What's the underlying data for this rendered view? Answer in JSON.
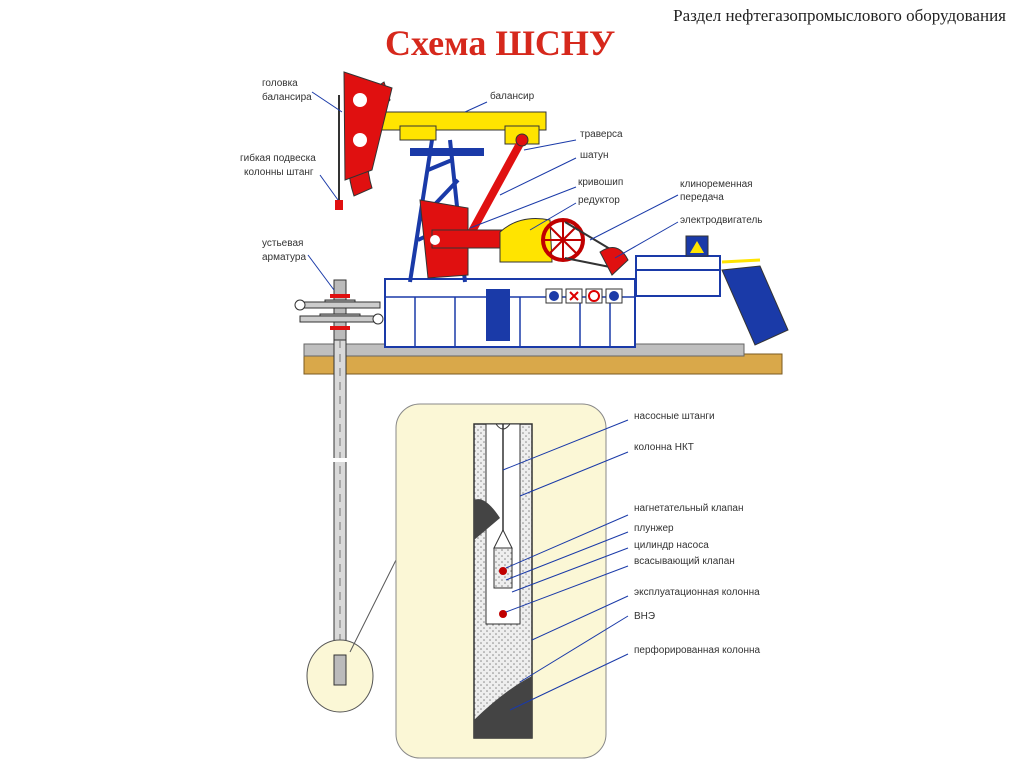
{
  "header": {
    "section": "Раздел нефтегазопромыслового оборудования"
  },
  "title": "Схема ШСНУ",
  "labels": {
    "golovka1": "головка",
    "golovka2": "балансира",
    "balansir": "балансир",
    "podveska1": "гибкая подвеска",
    "podveska2": "колонны штанг",
    "traversa": "траверса",
    "shatun": "шатун",
    "krivoship": "кривошип",
    "reduktor": "редуктор",
    "klinoremen1": "клиноременная",
    "klinoremen2": "передача",
    "elektro": "электродвигатель",
    "armatura1": "устьевая",
    "armatura2": "арматура",
    "shtangi": "насосные штанги",
    "nkt": "колонна НКТ",
    "nagnet": "нагнетательный клапан",
    "plunzher": "плунжер",
    "cilindr": "цилиндр насоса",
    "vsasyv": "всасывающий клапан",
    "ekspl": "эксплуатационная колонна",
    "vne": "ВНЭ",
    "perfor": "перфорированная колонна"
  },
  "colors": {
    "title": "#d6281c",
    "head": "#e01010",
    "beam": "#ffe400",
    "frame": "#1a3aa8",
    "ground": "#d9a84a",
    "inset_bg": "#fbf7d6"
  }
}
